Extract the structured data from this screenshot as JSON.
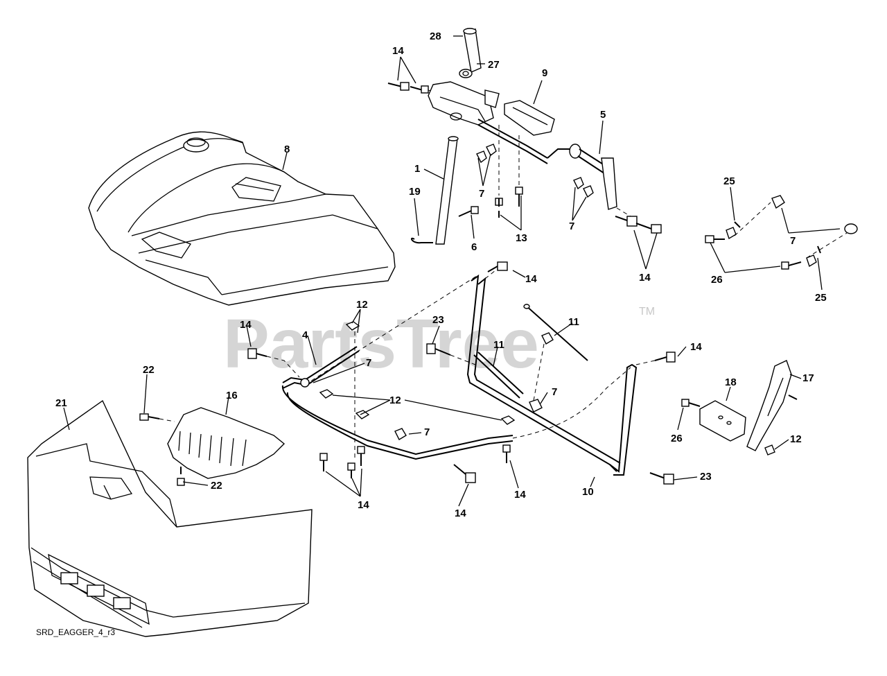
{
  "watermark": {
    "text": "PartsTree",
    "trademark": "TM"
  },
  "diagram_code": "SRD_EAGGER_4_r3",
  "callouts": {
    "c28": "28",
    "c27": "27",
    "c14a": "14",
    "c9": "9",
    "c8": "8",
    "c5": "5",
    "c1": "1",
    "c19": "19",
    "c7a": "7",
    "c6": "6",
    "c13": "13",
    "c7b": "7",
    "c14b": "14",
    "c25a": "25",
    "c7c": "7",
    "c26a": "26",
    "c25b": "25",
    "c14c": "14",
    "c12a": "12",
    "c14d": "14",
    "c23a": "23",
    "c11a": "11",
    "c11b": "11",
    "c4": "4",
    "c7d": "7",
    "c7e": "7",
    "c14e": "14",
    "c22a": "22",
    "c16": "16",
    "c21": "21",
    "c12b": "12",
    "c18": "18",
    "c17": "17",
    "c7f": "7",
    "c26b": "26",
    "c12c": "12",
    "c22b": "22",
    "c23b": "23",
    "c10": "10",
    "c14f": "14",
    "c14g": "14",
    "c14h": "14"
  }
}
